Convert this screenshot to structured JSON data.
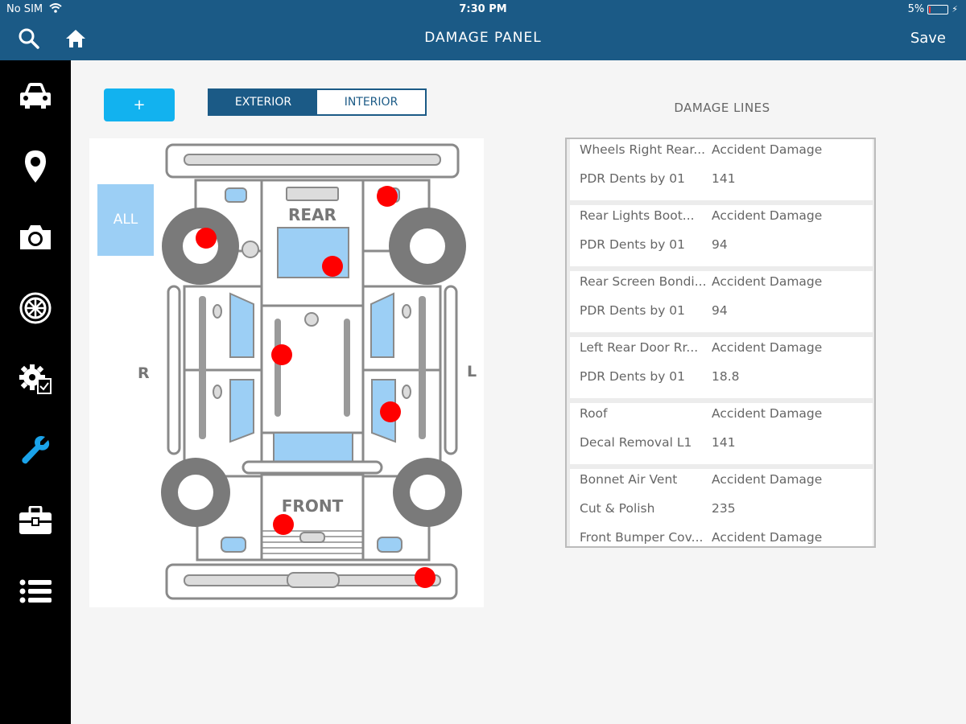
{
  "status_bar": {
    "carrier": "No SIM",
    "time": "7:30 PM",
    "battery": "5%"
  },
  "header": {
    "title": "DAMAGE PANEL",
    "save_label": "Save"
  },
  "controls": {
    "add_label": "+",
    "tabs": [
      {
        "label": "EXTERIOR"
      },
      {
        "label": "INTERIOR"
      }
    ]
  },
  "diagram": {
    "all_label": "ALL",
    "rear_label": "REAR",
    "front_label": "FRONT",
    "right_label": "R",
    "left_label": "L"
  },
  "damage_lines": {
    "title": "DAMAGE LINES",
    "items": [
      {
        "part": "Wheels Right Rear...",
        "type": "Accident Damage",
        "repair": "PDR Dents by 01",
        "value": "141"
      },
      {
        "part": "Rear Lights Boot...",
        "type": "Accident Damage",
        "repair": "PDR Dents by 01",
        "value": "94"
      },
      {
        "part": "Rear Screen Bondi...",
        "type": "Accident Damage",
        "repair": "PDR Dents by 01",
        "value": "94"
      },
      {
        "part": "Left Rear Door Rr...",
        "type": "Accident Damage",
        "repair": "PDR Dents by 01",
        "value": "18.8"
      },
      {
        "part": "Roof",
        "type": "Accident Damage",
        "repair": "Decal Removal L1",
        "value": "141"
      },
      {
        "part": "Bonnet Air Vent",
        "type": "Accident Damage",
        "repair": "Cut & Polish",
        "value": "235"
      },
      {
        "part": "Front Bumper Cov...",
        "type": "Accident Damage",
        "repair": "",
        "value": ""
      }
    ]
  },
  "colors": {
    "header": "#1b5a86",
    "accent": "#12b2ef",
    "damage_marker": "#ff0000",
    "window": "#9ccff5"
  },
  "sidebar_icons": [
    "car-icon",
    "location-pin-icon",
    "camera-icon",
    "wheel-icon",
    "settings-checklist-icon",
    "wrench-icon",
    "toolbox-icon",
    "list-icon"
  ]
}
